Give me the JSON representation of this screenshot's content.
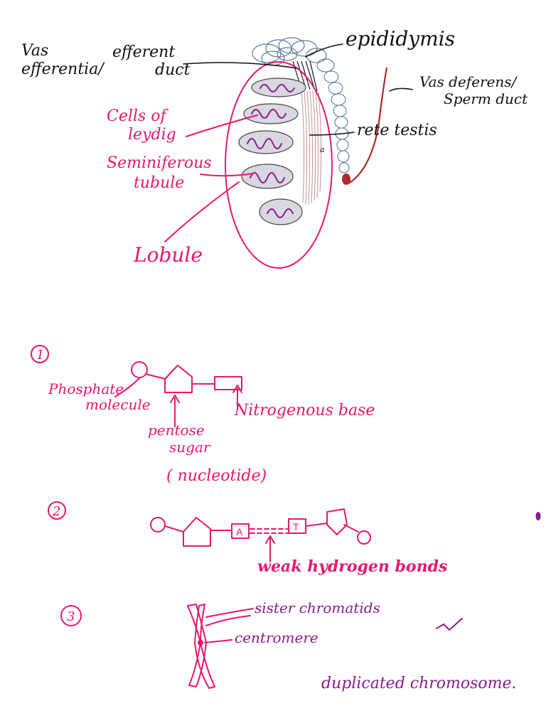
{
  "diagram1": {
    "labels": {
      "vas_efferentia_line1": "Vas",
      "vas_efferentia_line2": "efferentia/",
      "efferent_duct_line1": "efferent",
      "efferent_duct_line2": "duct",
      "epididymis": "epididymis",
      "vas_deferens_line1": "Vas deferens/",
      "vas_deferens_line2": "Sperm duct",
      "rete_testis": "rete testis",
      "cells_of_leydig_line1": "Cells of",
      "cells_of_leydig_line2": "leydig",
      "seminiferous_line1": "Seminiferous",
      "seminiferous_line2": "tubule",
      "lobule": "Lobule",
      "small_a": "a"
    }
  },
  "diagram2": {
    "number": "1",
    "labels": {
      "phosphate_line1": "Phosphate",
      "phosphate_line2": "molecule",
      "pentose_line1": "pentose",
      "pentose_line2": "sugar",
      "nitrogenous_base": "Nitrogenous base",
      "nucleotide": "( nucleotide)"
    }
  },
  "diagram3": {
    "number": "2",
    "base_left": "A",
    "base_right": "T",
    "labels": {
      "hydrogen_bonds": "weak hydrogen bonds"
    }
  },
  "diagram4": {
    "number": "3",
    "labels": {
      "sister_chromatids": "sister chromatids",
      "centromere": "centromere",
      "duplicated_chromosome": "duplicated chromosome."
    }
  },
  "colors": {
    "pink": "#e8176f",
    "purple": "#8a1a8f",
    "ink": "#111111",
    "blue_coil": "#5a7a9a",
    "rust": "#b02a2a"
  }
}
